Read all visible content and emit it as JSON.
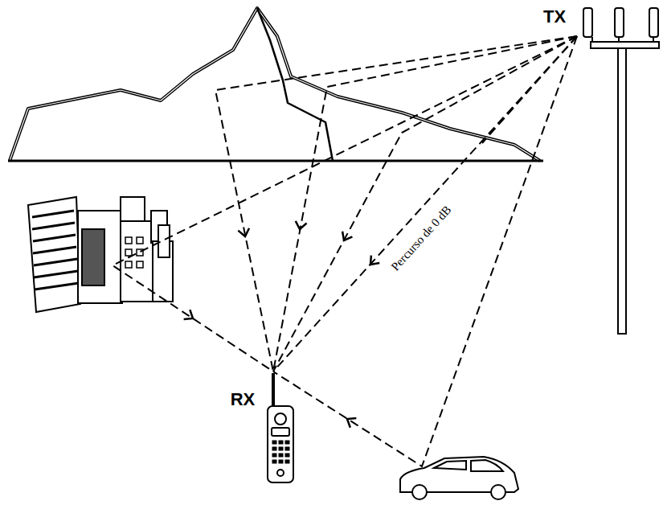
{
  "diagram": {
    "labels": [
      "TX",
      "RX",
      "Percurso de 0 dB"
    ]
  }
}
